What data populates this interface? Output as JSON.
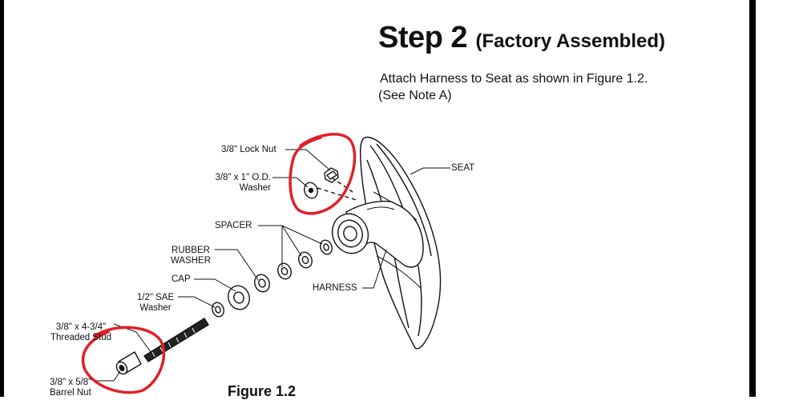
{
  "header": {
    "step_title": "Step 2",
    "step_subtitle": "(Factory Assembled)"
  },
  "instructions": {
    "line1": "Attach Harness to Seat as shown in Figure 1.2.",
    "line2": "(See Note A)"
  },
  "figure": {
    "caption": "Figure 1.2",
    "labels": {
      "lock_nut": "3/8\" Lock Nut",
      "od_washer_line1": "3/8\" x 1\" O.D.",
      "od_washer_line2": "Washer",
      "seat": "SEAT",
      "spacer": "SPACER",
      "rubber_washer_line1": "RUBBER",
      "rubber_washer_line2": "WASHER",
      "cap": "CAP",
      "sae_washer_line1": "1/2\" SAE",
      "sae_washer_line2": "Washer",
      "harness": "HARNESS",
      "stud_line1": "3/8\" x 4-3/4\"",
      "stud_line2": "Threaded Stud",
      "barrel_nut_line1": "3/8\" x 5/8\"",
      "barrel_nut_line2": "Barrel Nut"
    },
    "annotation_color": "#e0202a"
  }
}
